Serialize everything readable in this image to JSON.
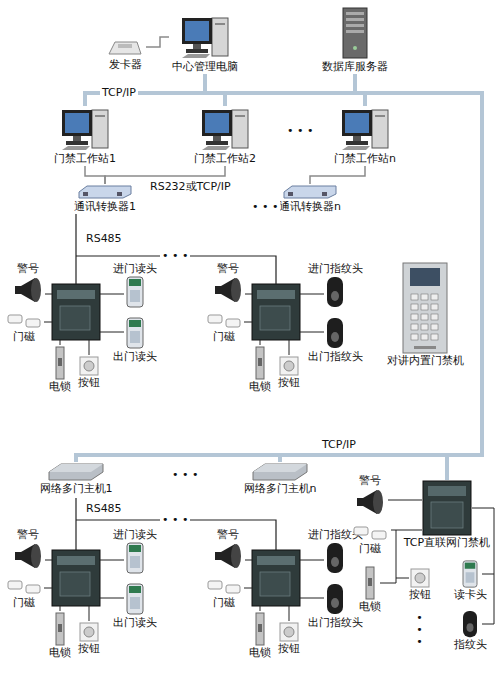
{
  "diagram": {
    "nodes": [
      {
        "text": [
          "发卡器"
        ]
      },
      {
        "text": [
          "中心管理电脑"
        ]
      },
      {
        "text": [
          "数据库服务器"
        ]
      },
      {
        "text": [
          "门禁工作站1"
        ]
      },
      {
        "text": [
          "门禁工作站2"
        ]
      },
      {
        "text": [
          "门禁工作站n"
        ]
      },
      {
        "text": [
          "通讯转换器1"
        ]
      },
      {
        "text": [
          "通讯转换器n"
        ]
      },
      {
        "text": [
          "警号"
        ]
      },
      {
        "text": [
          "进门读头"
        ]
      },
      {
        "text": [
          "门磁"
        ]
      },
      {
        "text": [
          "出门读头"
        ]
      },
      {
        "text": [
          "电锁"
        ]
      },
      {
        "text": [
          "按钮"
        ]
      },
      {
        "text": [
          "警号"
        ]
      },
      {
        "text": [
          "进门指纹头"
        ]
      },
      {
        "text": [
          "门磁"
        ]
      },
      {
        "text": [
          "出门指纹头"
        ]
      },
      {
        "text": [
          "电锁"
        ]
      },
      {
        "text": [
          "按钮"
        ]
      },
      {
        "text": [
          "对讲内置门禁机"
        ]
      },
      {
        "text": [
          "网络多门主机1"
        ]
      },
      {
        "text": [
          "网络多门主机n"
        ]
      },
      {
        "text": [
          "警号"
        ]
      },
      {
        "text": [
          "进门读头"
        ]
      },
      {
        "text": [
          "门磁"
        ]
      },
      {
        "text": [
          "出门读头"
        ]
      },
      {
        "text": [
          "电锁"
        ]
      },
      {
        "text": [
          "按钮"
        ]
      },
      {
        "text": [
          "警号"
        ]
      },
      {
        "text": [
          "进门指纹头"
        ]
      },
      {
        "text": [
          "门磁"
        ]
      },
      {
        "text": [
          "出门指纹头"
        ]
      },
      {
        "text": [
          "电锁"
        ]
      },
      {
        "text": [
          "按钮"
        ]
      },
      {
        "text": [
          "警号"
        ]
      },
      {
        "text": [
          "TCP直联网门禁机"
        ]
      },
      {
        "text": [
          "读卡头"
        ]
      },
      {
        "text": [
          "门磁"
        ]
      },
      {
        "text": [
          "指纹头"
        ]
      },
      {
        "text": [
          "电锁"
        ]
      },
      {
        "text": [
          "按钮"
        ]
      }
    ],
    "edges": [
      {
        "from": 0,
        "to": 1,
        "arrow": "none"
      },
      {
        "from": 1,
        "to": 2,
        "arrow": "none"
      },
      {
        "from": 1,
        "to": 3,
        "arrow": "none"
      },
      {
        "from": 1,
        "to": 4,
        "arrow": "none"
      },
      {
        "from": 1,
        "to": 5,
        "arrow": "none"
      },
      {
        "from": 1,
        "to": 21,
        "arrow": "none"
      },
      {
        "from": 1,
        "to": 22,
        "arrow": "none"
      },
      {
        "from": 1,
        "to": 36,
        "arrow": "none"
      },
      {
        "from": 3,
        "to": 6,
        "arrow": "none"
      },
      {
        "from": 4,
        "to": 6,
        "arrow": "none"
      },
      {
        "from": 5,
        "to": 7,
        "arrow": "none"
      }
    ],
    "labels": [
      "TCP/IP",
      "• • •",
      "RS232或TCP/IP",
      "• • •",
      "RS485",
      "• • •",
      "TCP/IP",
      "• • •",
      "RS485",
      "• • •",
      "•••"
    ]
  }
}
